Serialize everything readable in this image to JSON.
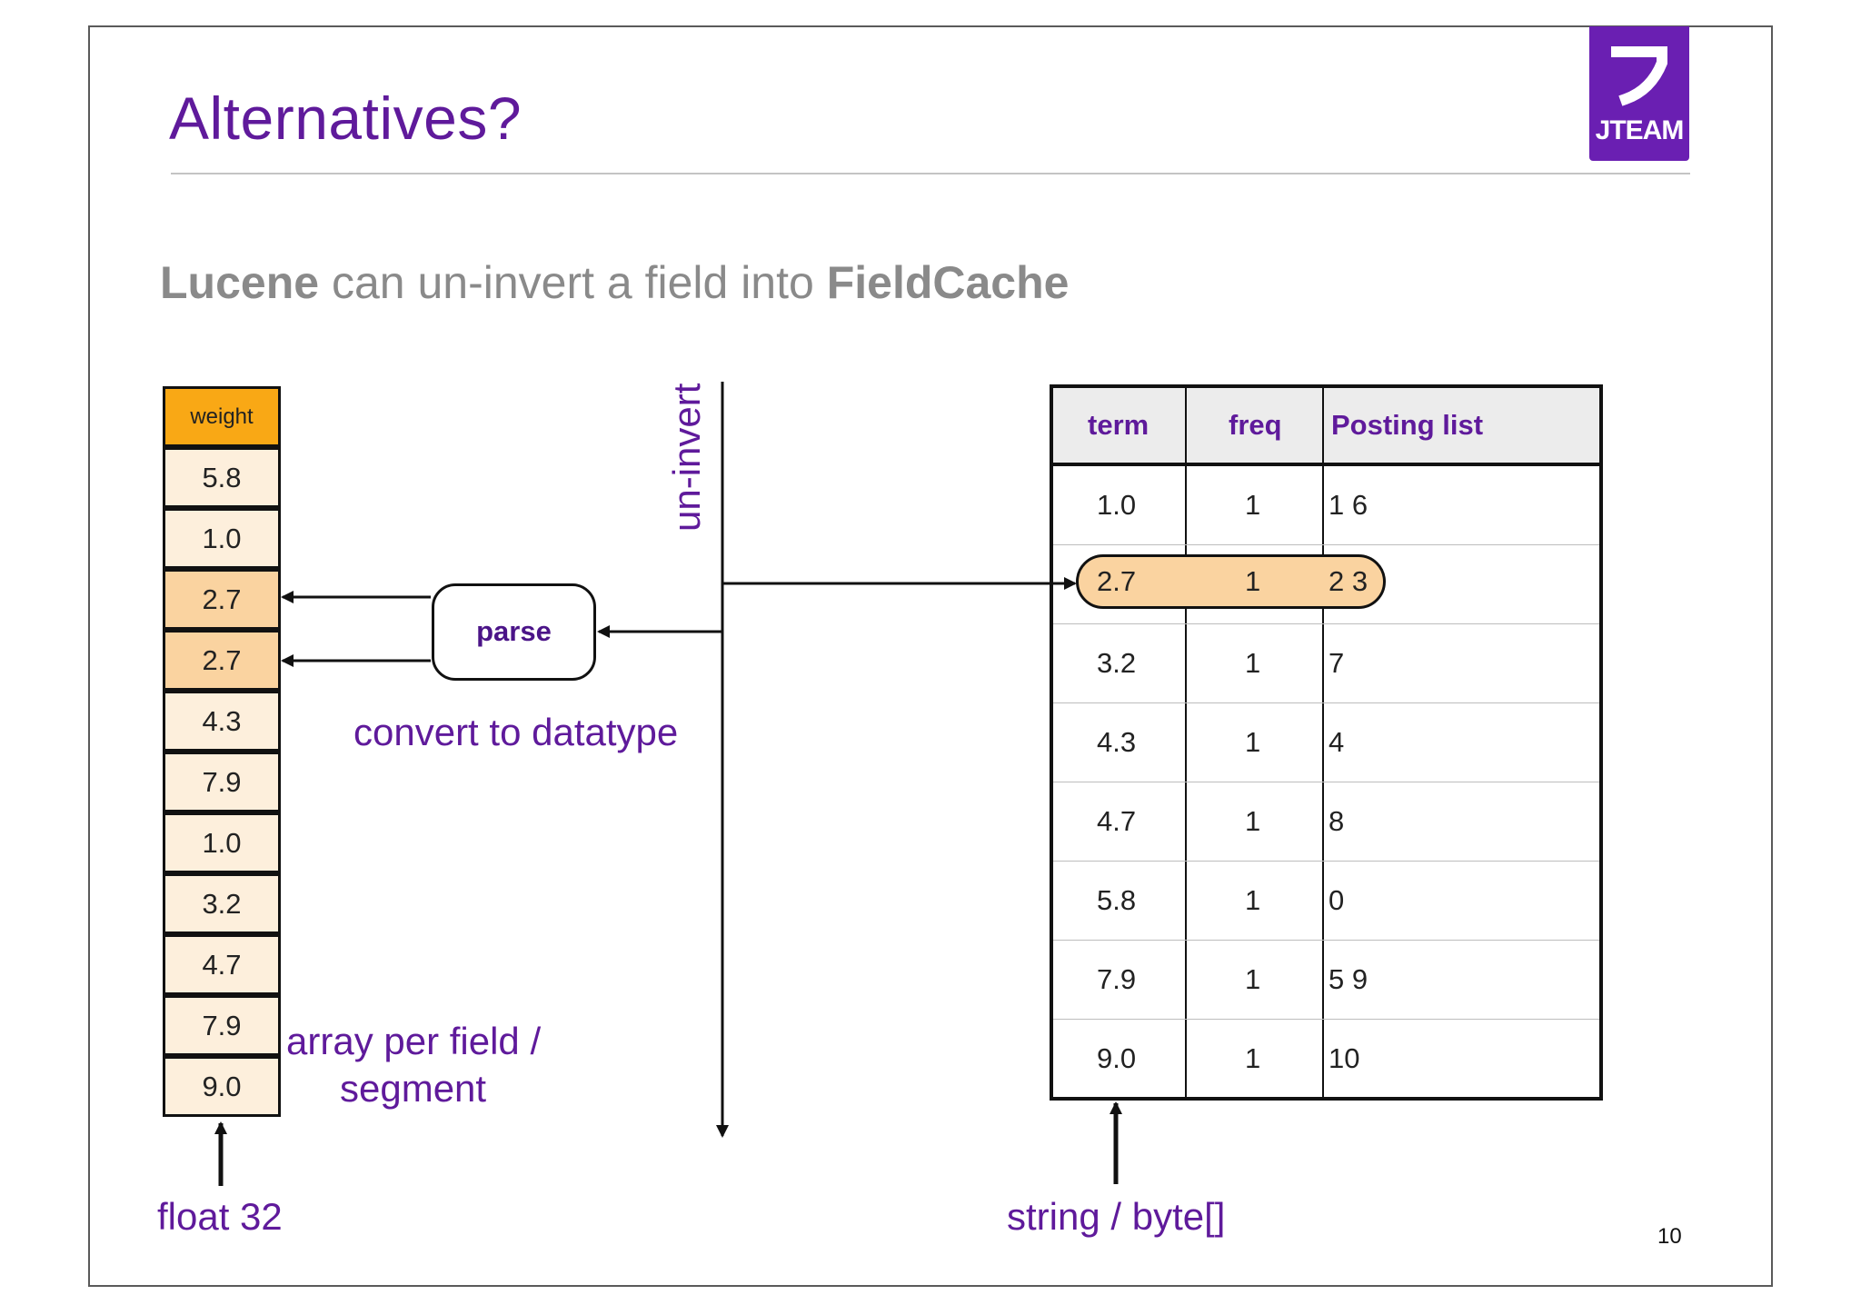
{
  "slide": {
    "title": "Alternatives?",
    "logo_text": "JTEAM",
    "subtitle_lead": "Lucene",
    "subtitle_mid": " can un-invert a field into ",
    "subtitle_tail": "FieldCache",
    "page_number": "10"
  },
  "array": {
    "header": "weight",
    "values": [
      "5.8",
      "1.0",
      "2.7",
      "2.7",
      "4.3",
      "7.9",
      "1.0",
      "3.2",
      "4.7",
      "7.9",
      "9.0"
    ],
    "highlighted_rows": [
      2,
      3
    ],
    "caption_line1": "array per field /",
    "caption_line2": "segment",
    "type_label": "float 32"
  },
  "parse": {
    "label": "parse",
    "caption": "convert to datatype"
  },
  "divider_label": "un-invert",
  "table": {
    "headers": [
      "term",
      "freq",
      "Posting list"
    ],
    "rows": [
      [
        "1.0",
        "1",
        "1 6"
      ],
      [
        "2.7",
        "1",
        "2 3"
      ],
      [
        "3.2",
        "1",
        "7"
      ],
      [
        "4.3",
        "1",
        "4"
      ],
      [
        "4.7",
        "1",
        "8"
      ],
      [
        "5.8",
        "1",
        "0"
      ],
      [
        "7.9",
        "1",
        "5 9"
      ],
      [
        "9.0",
        "1",
        "10"
      ]
    ],
    "highlighted_row": 1,
    "type_label": "string / byte[]"
  },
  "colors": {
    "accent_purple": "#5f1a9b",
    "header_orange": "#f9a815",
    "highlight_orange": "#fad3a0",
    "cell_cream": "#fdefdc"
  }
}
